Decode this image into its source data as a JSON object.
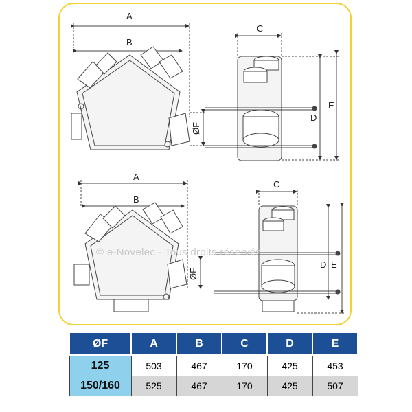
{
  "watermark": "© e-Novelec - Tous droits réservés",
  "diagram": {
    "top_view": {
      "A": "A",
      "B": "B",
      "F": "ØF"
    },
    "top_side": {
      "C": "C",
      "D": "D",
      "E": "E"
    },
    "bottom_view": {
      "A": "A",
      "B": "B",
      "F": "ØF"
    },
    "bottom_side": {
      "C": "C",
      "D": "D",
      "E": "E"
    }
  },
  "table": {
    "headers": [
      "ØF",
      "A",
      "B",
      "C",
      "D",
      "E"
    ],
    "rows": [
      [
        "125",
        "503",
        "467",
        "170",
        "425",
        "453"
      ],
      [
        "150/160",
        "525",
        "467",
        "170",
        "425",
        "507"
      ]
    ]
  },
  "colors": {
    "frame": "#f2d232",
    "header": "#1c4f96",
    "rowhead": "#8fd0ec",
    "alt_row": "#d6d6d6"
  }
}
